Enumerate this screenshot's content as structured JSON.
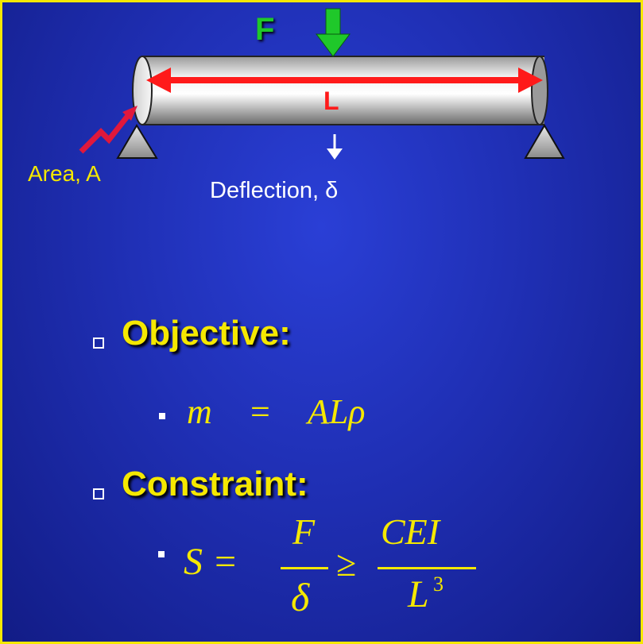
{
  "diagram": {
    "force_label": "F",
    "length_label": "L",
    "area_label": "Area, A",
    "deflection_label": "Deflection, δ"
  },
  "objective": {
    "heading": "Objective:",
    "formula_lhs": "m",
    "formula_eq": "=",
    "formula_rhs": "ALρ"
  },
  "constraint": {
    "heading": "Constraint:",
    "lhs": "S =",
    "frac1_num": "F",
    "frac1_den": "δ",
    "ineq": "≥",
    "frac2_num": "CEI",
    "frac2_den": "L",
    "frac2_den_exp": "3"
  },
  "colors": {
    "background": "#1f2fb4",
    "border": "#f5e800",
    "force_arrow": "#1fc82a",
    "length_arrow": "#ff1a1a",
    "area_arrow": "#e0183c",
    "text_yellow": "#f5e800"
  }
}
